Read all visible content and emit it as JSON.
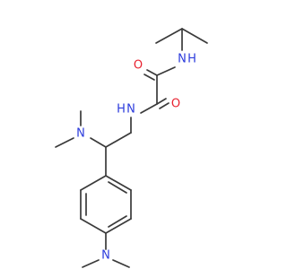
{
  "molecule": {
    "colors": {
      "bond": "#3a3a3a",
      "nitrogen": "#2b3bdc",
      "oxygen": "#e8212f",
      "background": "#ffffff"
    },
    "atoms": [
      {
        "id": "amide-nh-top",
        "symbol": "N",
        "label": "N",
        "sub": "H",
        "element": "nitrogen"
      },
      {
        "id": "amide-nh-mid",
        "symbol": "N",
        "label": "N",
        "sub": "H",
        "element": "nitrogen"
      },
      {
        "id": "carbonyl-o-top",
        "symbol": "O",
        "label": "O",
        "element": "oxygen"
      },
      {
        "id": "carbonyl-o-mid",
        "symbol": "O",
        "label": "O",
        "element": "oxygen"
      },
      {
        "id": "dimethylamino-n-side",
        "symbol": "N",
        "label": "N",
        "element": "nitrogen"
      },
      {
        "id": "dimethylamino-n-ring",
        "symbol": "N",
        "label": "N",
        "element": "nitrogen"
      }
    ]
  }
}
